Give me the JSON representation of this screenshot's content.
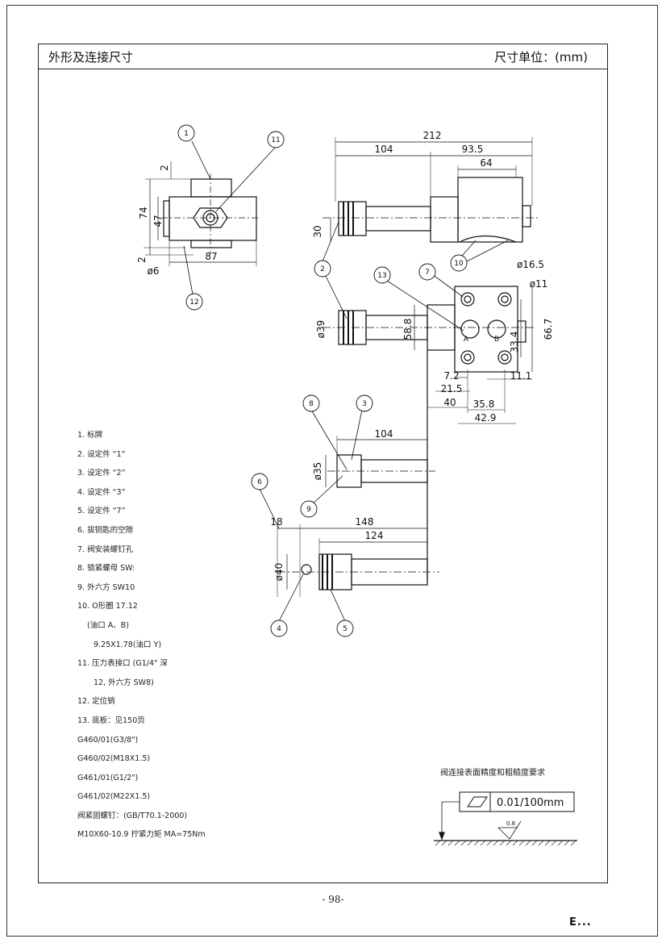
{
  "header": {
    "title": "外形及连接尺寸",
    "unit_label": "尺寸单位：(mm)"
  },
  "legend": [
    "1. 标牌",
    "2. 设定件 “1”",
    "3. 设定件 “2”",
    "4. 设定件 “3”",
    "5. 设定件 “7”",
    "6. 拔钥匙的空隙",
    "7. 阀安装螺钉孔",
    "8. 锁紧螺母 SW:",
    "9. 外六方 SW10",
    "10. O形圈 17.12",
    "(油口 A、B)",
    "9.25X1.78(油口 Y)",
    "11. 压力表接口 (G1/4\" 深",
    "12, 外六方 SW8)",
    "12. 定位销",
    "13. 底板：见150页",
    "G460/01(G3/8\")",
    "G460/02(M18X1.5)",
    "G461/01(G1/2\")",
    "G461/02(M22X1.5)",
    "阀紧固螺钉：(GB/T70.1-2000)",
    "M10X60-10.9 拧紧力矩 MA=75Nm"
  ],
  "dimensions": {
    "d212": "212",
    "d104a": "104",
    "d93_5": "93.5",
    "d64": "64",
    "d30": "30",
    "d74": "74",
    "d47": "47",
    "d2a": "2",
    "d2b": "2",
    "d87": "87",
    "d6": "ø6",
    "d16_5": "ø16.5",
    "d11": "ø11",
    "d39": "ø39",
    "d58_8": "58.8",
    "d33_4": "33.4",
    "d66_7": "66.7",
    "d7_2": "7.2",
    "d21_5": "21.5",
    "d11_1": "11.1",
    "d40": "40",
    "d35_8": "35.8",
    "d42_9": "42.9",
    "d104b": "104",
    "d35": "ø35",
    "d18": "18",
    "d148": "148",
    "d124": "124",
    "d40dia": "ø40",
    "portA": "A",
    "portB": "B"
  },
  "callouts": [
    "1",
    "11",
    "2",
    "10",
    "13",
    "7",
    "12",
    "8",
    "3",
    "9",
    "6",
    "4",
    "5"
  ],
  "surface": {
    "title": "阀连接表面精度和粗糙度要求",
    "flatness": "0.01/100mm",
    "roughness": "0.8"
  },
  "page_number": "- 98-",
  "logo": "E..."
}
